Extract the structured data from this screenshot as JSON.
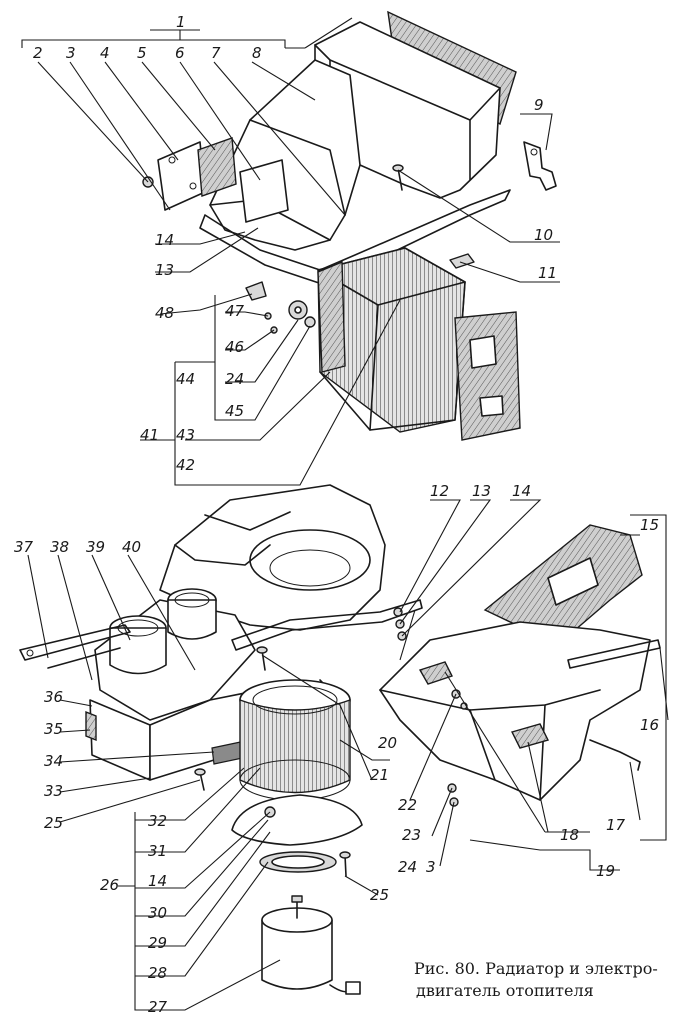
{
  "caption": {
    "line1": "Рис. 80. Радиатор и электро-",
    "line2": "двигатель отопителя"
  },
  "callouts": [
    {
      "id": "c1",
      "text": "1"
    },
    {
      "id": "c2",
      "text": "2"
    },
    {
      "id": "c3a",
      "text": "3"
    },
    {
      "id": "c4",
      "text": "4"
    },
    {
      "id": "c5",
      "text": "5"
    },
    {
      "id": "c6",
      "text": "6"
    },
    {
      "id": "c7",
      "text": "7"
    },
    {
      "id": "c8",
      "text": "8"
    },
    {
      "id": "c9",
      "text": "9"
    },
    {
      "id": "c10",
      "text": "10"
    },
    {
      "id": "c11",
      "text": "11"
    },
    {
      "id": "c14a",
      "text": "14"
    },
    {
      "id": "c13a",
      "text": "13"
    },
    {
      "id": "c48",
      "text": "48"
    },
    {
      "id": "c47",
      "text": "47"
    },
    {
      "id": "c46",
      "text": "46"
    },
    {
      "id": "c24a",
      "text": "24"
    },
    {
      "id": "c44",
      "text": "44"
    },
    {
      "id": "c45",
      "text": "45"
    },
    {
      "id": "c41",
      "text": "41"
    },
    {
      "id": "c43",
      "text": "43"
    },
    {
      "id": "c42",
      "text": "42"
    },
    {
      "id": "c12",
      "text": "12"
    },
    {
      "id": "c13b",
      "text": "13"
    },
    {
      "id": "c14b",
      "text": "14"
    },
    {
      "id": "c15",
      "text": "15"
    },
    {
      "id": "c37",
      "text": "37"
    },
    {
      "id": "c38",
      "text": "38"
    },
    {
      "id": "c39",
      "text": "39"
    },
    {
      "id": "c40",
      "text": "40"
    },
    {
      "id": "c36",
      "text": "36"
    },
    {
      "id": "c35",
      "text": "35"
    },
    {
      "id": "c34",
      "text": "34"
    },
    {
      "id": "c33",
      "text": "33"
    },
    {
      "id": "c25a",
      "text": "25"
    },
    {
      "id": "c20",
      "text": "20"
    },
    {
      "id": "c21",
      "text": "21"
    },
    {
      "id": "c22",
      "text": "22"
    },
    {
      "id": "c16",
      "text": "16"
    },
    {
      "id": "c17",
      "text": "17"
    },
    {
      "id": "c18",
      "text": "18"
    },
    {
      "id": "c23",
      "text": "23"
    },
    {
      "id": "c24b",
      "text": "24"
    },
    {
      "id": "c3b",
      "text": "3"
    },
    {
      "id": "c19",
      "text": "19"
    },
    {
      "id": "c32",
      "text": "32"
    },
    {
      "id": "c31",
      "text": "31"
    },
    {
      "id": "c26",
      "text": "26"
    },
    {
      "id": "c14c",
      "text": "14"
    },
    {
      "id": "c30",
      "text": "30"
    },
    {
      "id": "c29",
      "text": "29"
    },
    {
      "id": "c25b",
      "text": "25"
    },
    {
      "id": "c28",
      "text": "28"
    },
    {
      "id": "c27",
      "text": "27"
    }
  ]
}
